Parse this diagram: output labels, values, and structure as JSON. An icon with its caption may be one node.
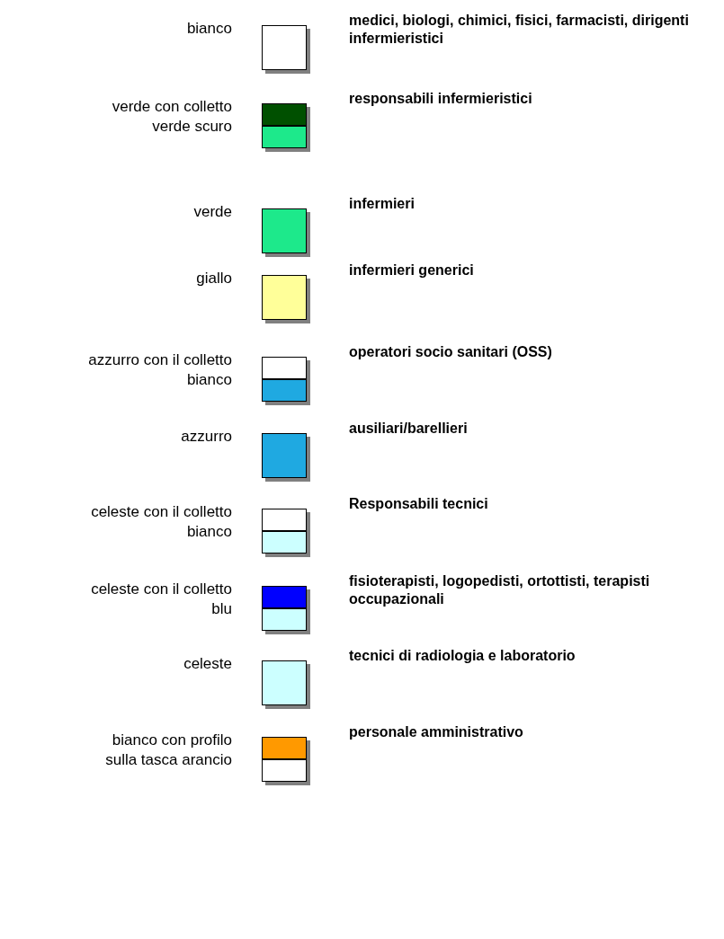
{
  "diagram": {
    "labels": [
      "bianco",
      "verde con colletto verde scuro",
      "verde",
      "giallo",
      "azzurro con il colletto bianco",
      "azzurro",
      "celeste con il colletto bianco",
      "celeste con  il colletto blu",
      "celeste",
      "bianco con profilo sulla tasca arancio"
    ],
    "legend": [
      {
        "text": "medici, biologi, chimici, fisici, farmacisti, dirigenti infermieristici",
        "color": "#ffffff"
      },
      {
        "text": "responsabili infermieristici"
      },
      {
        "text": "infermieri",
        "color": "#1de98b"
      },
      {
        "text": "infermieri generici",
        "color": "#ffff99"
      },
      {
        "text": "operatori socio sanitari (OSS)"
      },
      {
        "text": "ausiliari/barellieri",
        "color": "#1fa9e1"
      },
      {
        "text": "Responsabili tecnici"
      },
      {
        "text": "fisioterapisti, logopedisti, ortottisti, terapisti occupazionali"
      },
      {
        "text": "tecnici di radiologia e laboratorio",
        "color": "#ccffff"
      },
      {
        "text": "personale amministrativo"
      }
    ]
  }
}
